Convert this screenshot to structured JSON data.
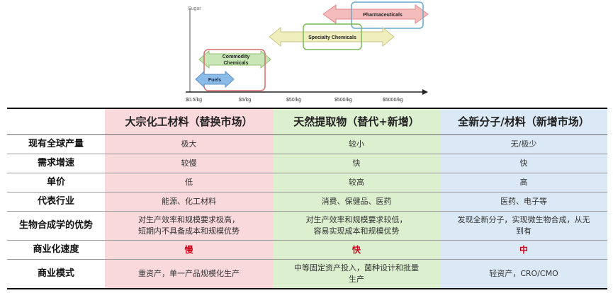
{
  "diagram": {
    "y_axis_label": "Sugar",
    "x_ticks": [
      "$0.5/kg",
      "$5/kg",
      "$50/kg",
      "$500/kg",
      "$5000/kg"
    ],
    "segments": [
      {
        "name": "Fuels",
        "color": "#8bbbe8"
      },
      {
        "name_lines": [
          "Commodity",
          "Chemicals"
        ],
        "color": "#c8e6b6"
      },
      {
        "name": "Specialty Chemicals",
        "color": "#f0eebc"
      },
      {
        "name": "Pharmaceuticals",
        "color": "#f4bcbc"
      }
    ]
  },
  "table": {
    "headers": [
      "",
      "大宗化工材料（替换市场）",
      "天然提取物（替代+新增）",
      "全新分子/材料（新增市场）"
    ],
    "rows": [
      {
        "label": "现有全球产量",
        "cells": [
          "极大",
          "较小",
          "无/极少"
        ]
      },
      {
        "label": "需求增速",
        "cells": [
          "较慢",
          "快",
          "快"
        ]
      },
      {
        "label": "单价",
        "cells": [
          "低",
          "较高",
          "高"
        ]
      },
      {
        "label": "代表行业",
        "cells": [
          "能源、化工材料",
          "消费、保健品、医药",
          "医药、电子等"
        ]
      },
      {
        "label": "生物合成学的优势",
        "cells": [
          "对生产效率和规模要求极高，\n短期内不具备成本和规模优势",
          "对生产效率和规模要求较低，\n容易实现成本和规模优势",
          "发现全新分子，实现微生物合成，从无\n到有"
        ]
      },
      {
        "label": "商业化速度",
        "cells": [
          "慢",
          "快",
          "中"
        ]
      },
      {
        "label": "商业模式",
        "cells": [
          "重资产，单一产品规模化生产",
          "中等固定资产投入，菌种设计和批量\n生产",
          "轻资产，CRO/CMO"
        ]
      }
    ]
  }
}
